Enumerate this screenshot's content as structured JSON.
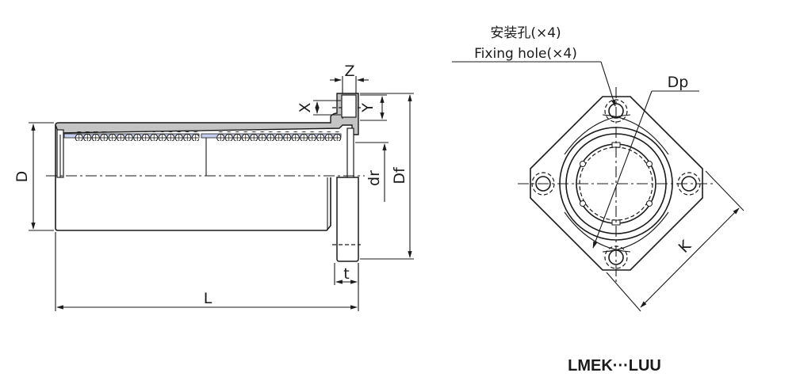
{
  "diagram": {
    "side_view": {
      "labels": {
        "D": "D",
        "L": "L",
        "Z": "Z",
        "X": "X",
        "Y": "Y",
        "dr": "dr",
        "Df": "Df",
        "t": "t"
      }
    },
    "front_view": {
      "labels": {
        "Dp": "Dp",
        "K": "K"
      },
      "callout_cn": "安装孔(×4)",
      "callout_en": "Fixing hole(×4)"
    },
    "model_name": "LMEK···LUU",
    "colors": {
      "housing_gray": "#c4c4c4",
      "retainer_blue": "#c5cff0",
      "line": "#1a1a1a"
    }
  }
}
